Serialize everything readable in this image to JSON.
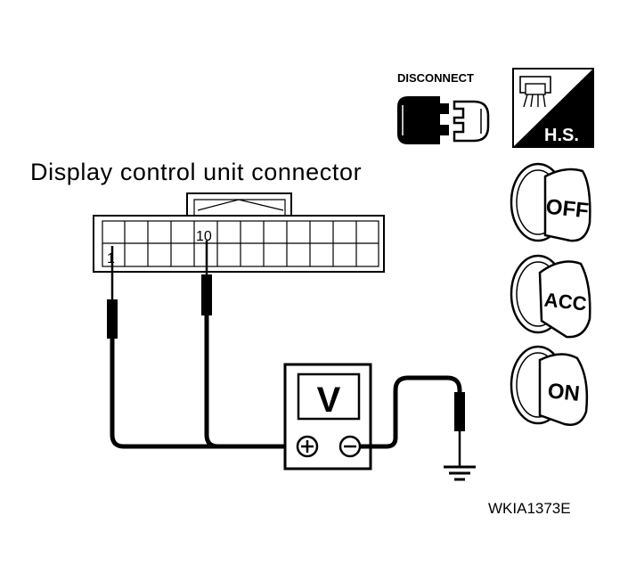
{
  "connector_title": "Display control unit connector",
  "pins": {
    "pin_1": "1",
    "pin_10": "10"
  },
  "disconnect_label": "DISCONNECT",
  "harness_side_label": "H.S.",
  "meter_label": "V",
  "ignition_positions": [
    "OFF",
    "ACC",
    "ON"
  ],
  "figure_code": "WKIA1373E"
}
